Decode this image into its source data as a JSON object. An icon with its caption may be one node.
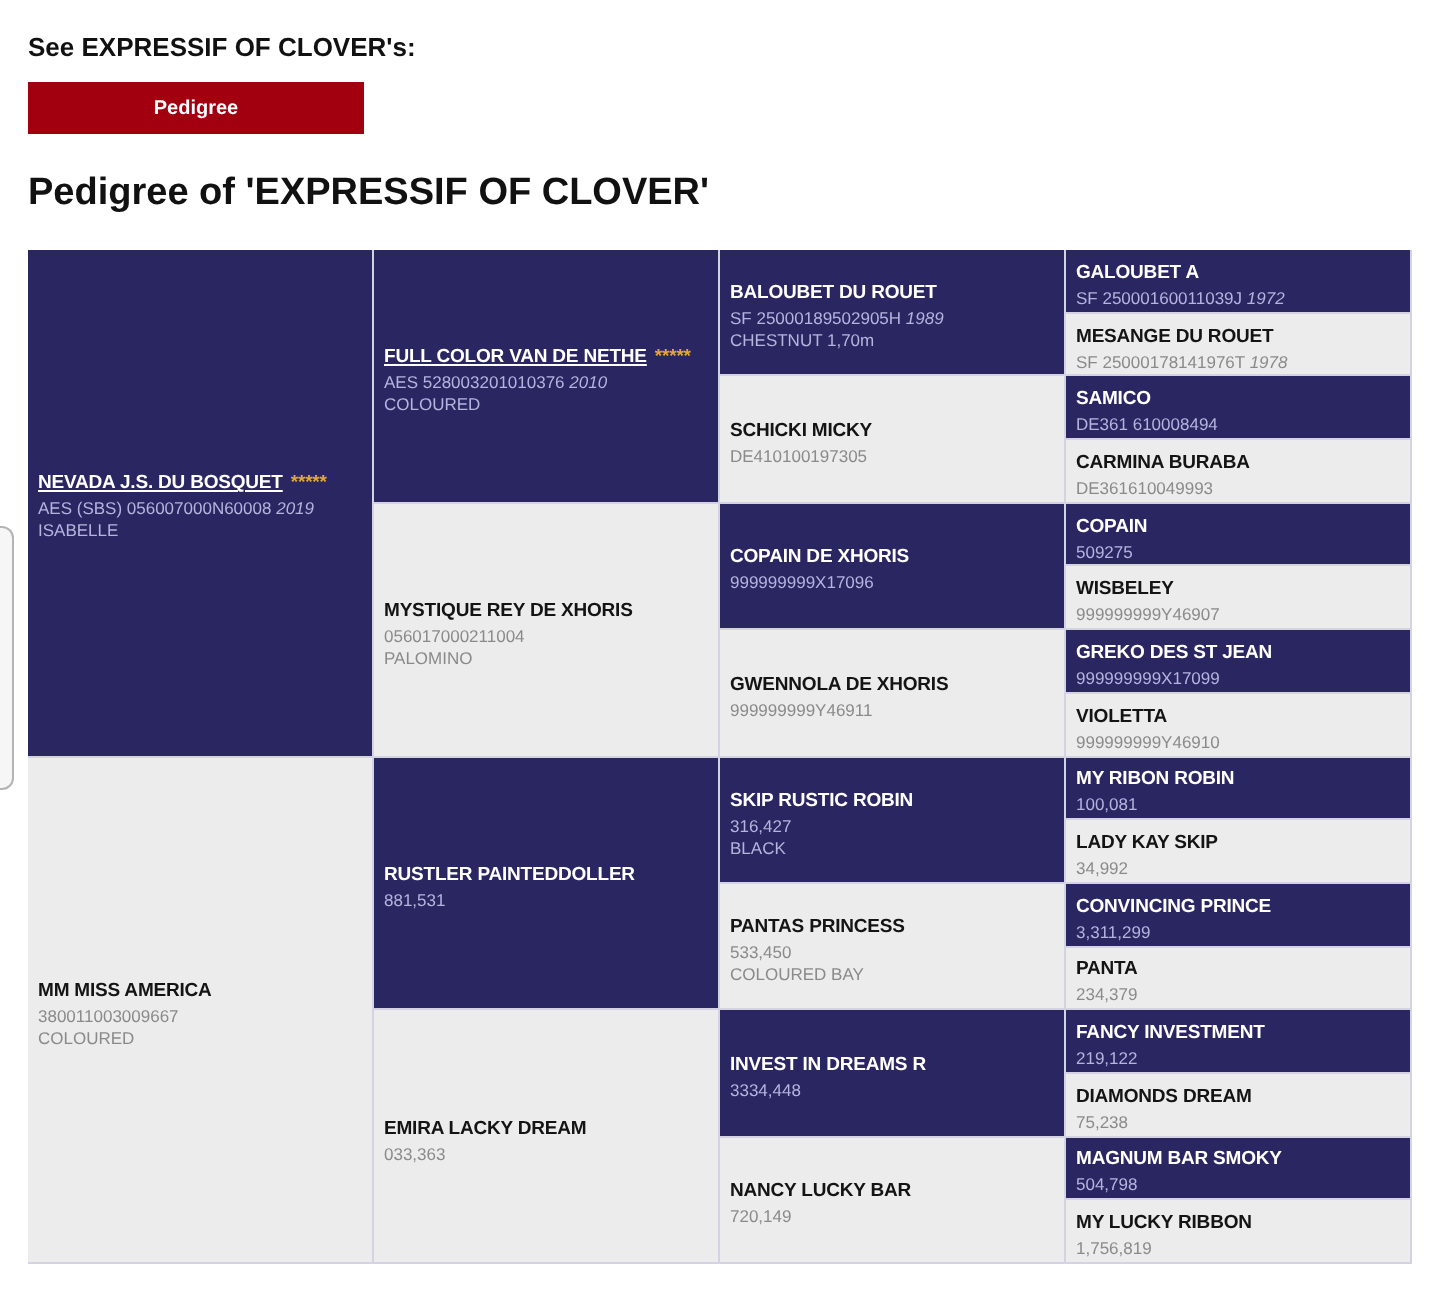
{
  "diagram": {
    "title": "Pedigree of 'EXPRESSIF OF CLOVER'",
    "labels": [
      "See EXPRESSIF OF CLOVER's:"
    ],
    "nodes": [
      {
        "text": [
          "Pedigree"
        ]
      },
      {
        "text": [
          "NEVADA J.S. DU BOSQUET",
          "*****",
          "AES (SBS) 056007000N60008 *2019*",
          "ISABELLE"
        ]
      },
      {
        "text": [
          "FULL COLOR VAN DE NETHE",
          "*****",
          "AES 528003201010376 *2010*",
          "COLOURED"
        ]
      },
      {
        "text": [
          "BALOUBET DU ROUET",
          "SF 25000189502905H *1989*",
          "CHESTNUT 1,70m"
        ]
      },
      {
        "text": [
          "GALOUBET A",
          "SF 25000160011039J *1972*"
        ]
      },
      {
        "text": [
          "MESANGE DU ROUET",
          "SF 25000178141976T *1978*"
        ]
      },
      {
        "text": [
          "SCHICKI MICKY",
          "DE410100197305"
        ]
      },
      {
        "text": [
          "SAMICO",
          "DE361 610008494"
        ]
      },
      {
        "text": [
          "CARMINA BURABA",
          "DE361610049993"
        ]
      },
      {
        "text": [
          "MYSTIQUE REY DE XHORIS",
          "056017000211004",
          "PALOMINO"
        ]
      },
      {
        "text": [
          "COPAIN DE XHORIS",
          "999999999X17096"
        ]
      },
      {
        "text": [
          "COPAIN",
          "509275"
        ]
      },
      {
        "text": [
          "WISBELEY",
          "999999999Y46907"
        ]
      },
      {
        "text": [
          "GWENNOLA DE XHORIS",
          "999999999Y46911"
        ]
      },
      {
        "text": [
          "GREKO DES ST JEAN",
          "999999999X17099"
        ]
      },
      {
        "text": [
          "VIOLETTA",
          "999999999Y46910"
        ]
      },
      {
        "text": [
          "MM MISS AMERICA",
          "380011003009667",
          "COLOURED"
        ]
      },
      {
        "text": [
          "RUSTLER PAINTEDDOLLER",
          "881,531"
        ]
      },
      {
        "text": [
          "SKIP RUSTIC ROBIN",
          "316,427",
          "BLACK"
        ]
      },
      {
        "text": [
          "MY RIBON ROBIN",
          "100,081"
        ]
      },
      {
        "text": [
          "LADY KAY SKIP",
          "34,992"
        ]
      },
      {
        "text": [
          "PANTAS PRINCESS",
          "533,450",
          "COLOURED BAY"
        ]
      },
      {
        "text": [
          "CONVINCING PRINCE",
          "3,311,299"
        ]
      },
      {
        "text": [
          "PANTA",
          "234,379"
        ]
      },
      {
        "text": [
          "EMIRA LACKY DREAM",
          "033,363"
        ]
      },
      {
        "text": [
          "INVEST IN DREAMS R",
          "3334,448"
        ]
      },
      {
        "text": [
          "FANCY INVESTMENT",
          "219,122"
        ]
      },
      {
        "text": [
          "DIAMONDS DREAM",
          "75,238"
        ]
      },
      {
        "text": [
          "NANCY LUCKY BAR",
          "720,149"
        ]
      },
      {
        "text": [
          "MAGNUM BAR SMOKY",
          "504,798"
        ]
      },
      {
        "text": [
          "MY LUCKY RIBBON",
          "1,756,819"
        ]
      }
    ]
  }
}
